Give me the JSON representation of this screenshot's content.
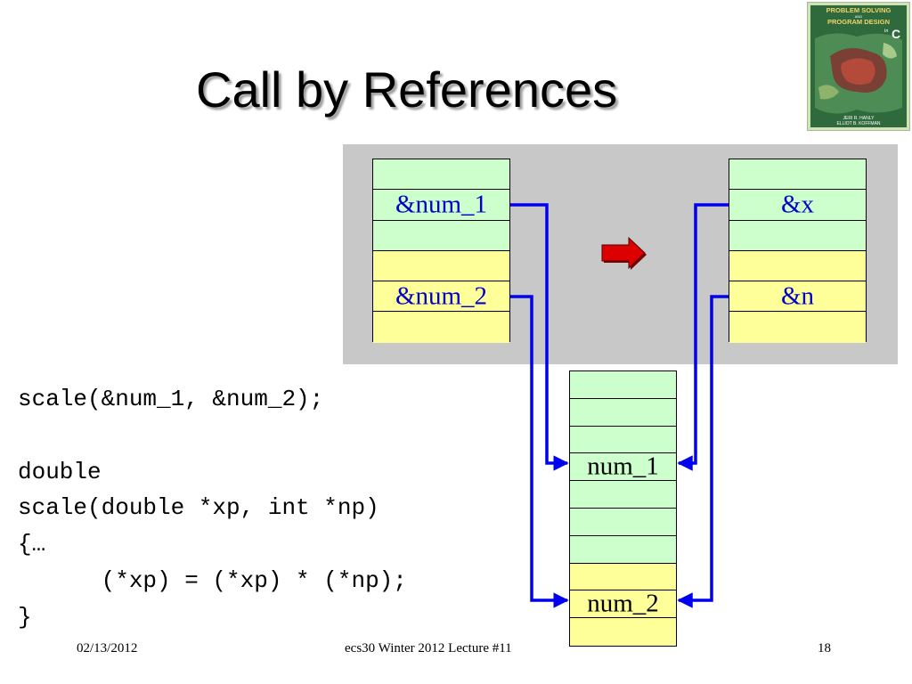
{
  "slide": {
    "title": "Call by References",
    "left_stack": {
      "cells": [
        {
          "color": "green",
          "label": ""
        },
        {
          "color": "green",
          "label": "&num_1"
        },
        {
          "color": "green",
          "label": ""
        },
        {
          "color": "yellow",
          "label": ""
        },
        {
          "color": "yellow",
          "label": "&num_2"
        },
        {
          "color": "yellow",
          "label": ""
        }
      ]
    },
    "right_stack": {
      "cells": [
        {
          "color": "green",
          "label": ""
        },
        {
          "color": "green",
          "label": "&x"
        },
        {
          "color": "green",
          "label": ""
        },
        {
          "color": "yellow",
          "label": ""
        },
        {
          "color": "yellow",
          "label": "&n"
        },
        {
          "color": "yellow",
          "label": ""
        }
      ]
    },
    "memory_stack": {
      "cells": [
        {
          "color": "green",
          "label": ""
        },
        {
          "color": "green",
          "label": ""
        },
        {
          "color": "green",
          "label": ""
        },
        {
          "color": "green",
          "label": "num_1"
        },
        {
          "color": "green",
          "label": ""
        },
        {
          "color": "green",
          "label": ""
        },
        {
          "color": "green",
          "label": ""
        },
        {
          "color": "yellow",
          "label": ""
        },
        {
          "color": "yellow",
          "label": "num_2"
        },
        {
          "color": "yellow",
          "label": ""
        }
      ]
    },
    "code_lines": [
      "scale(&num_1, &num_2);",
      "",
      "double",
      "scale(double *xp, int *np)",
      "{…",
      "      (*xp) = (*xp) * (*np);",
      "}"
    ],
    "footer": {
      "date": "02/13/2012",
      "course": "ecs30 Winter 2012 Lecture #11",
      "page": "18"
    },
    "book_cover": {
      "title_line1": "PROBLEM SOLVING",
      "title_and": "AND",
      "title_line2": "PROGRAM DESIGN",
      "title_in": "in",
      "title_c": "C",
      "author1": "JERI R. HANLY",
      "author2": "ELLIOT B. KOFFMAN"
    },
    "colors": {
      "cell_green": "#ccffcc",
      "cell_yellow": "#ffff99",
      "pointer_label": "#0000cc",
      "wire": "#0000ee",
      "move_arrow": "#dd0000",
      "panel": "#c8c8c8"
    }
  }
}
